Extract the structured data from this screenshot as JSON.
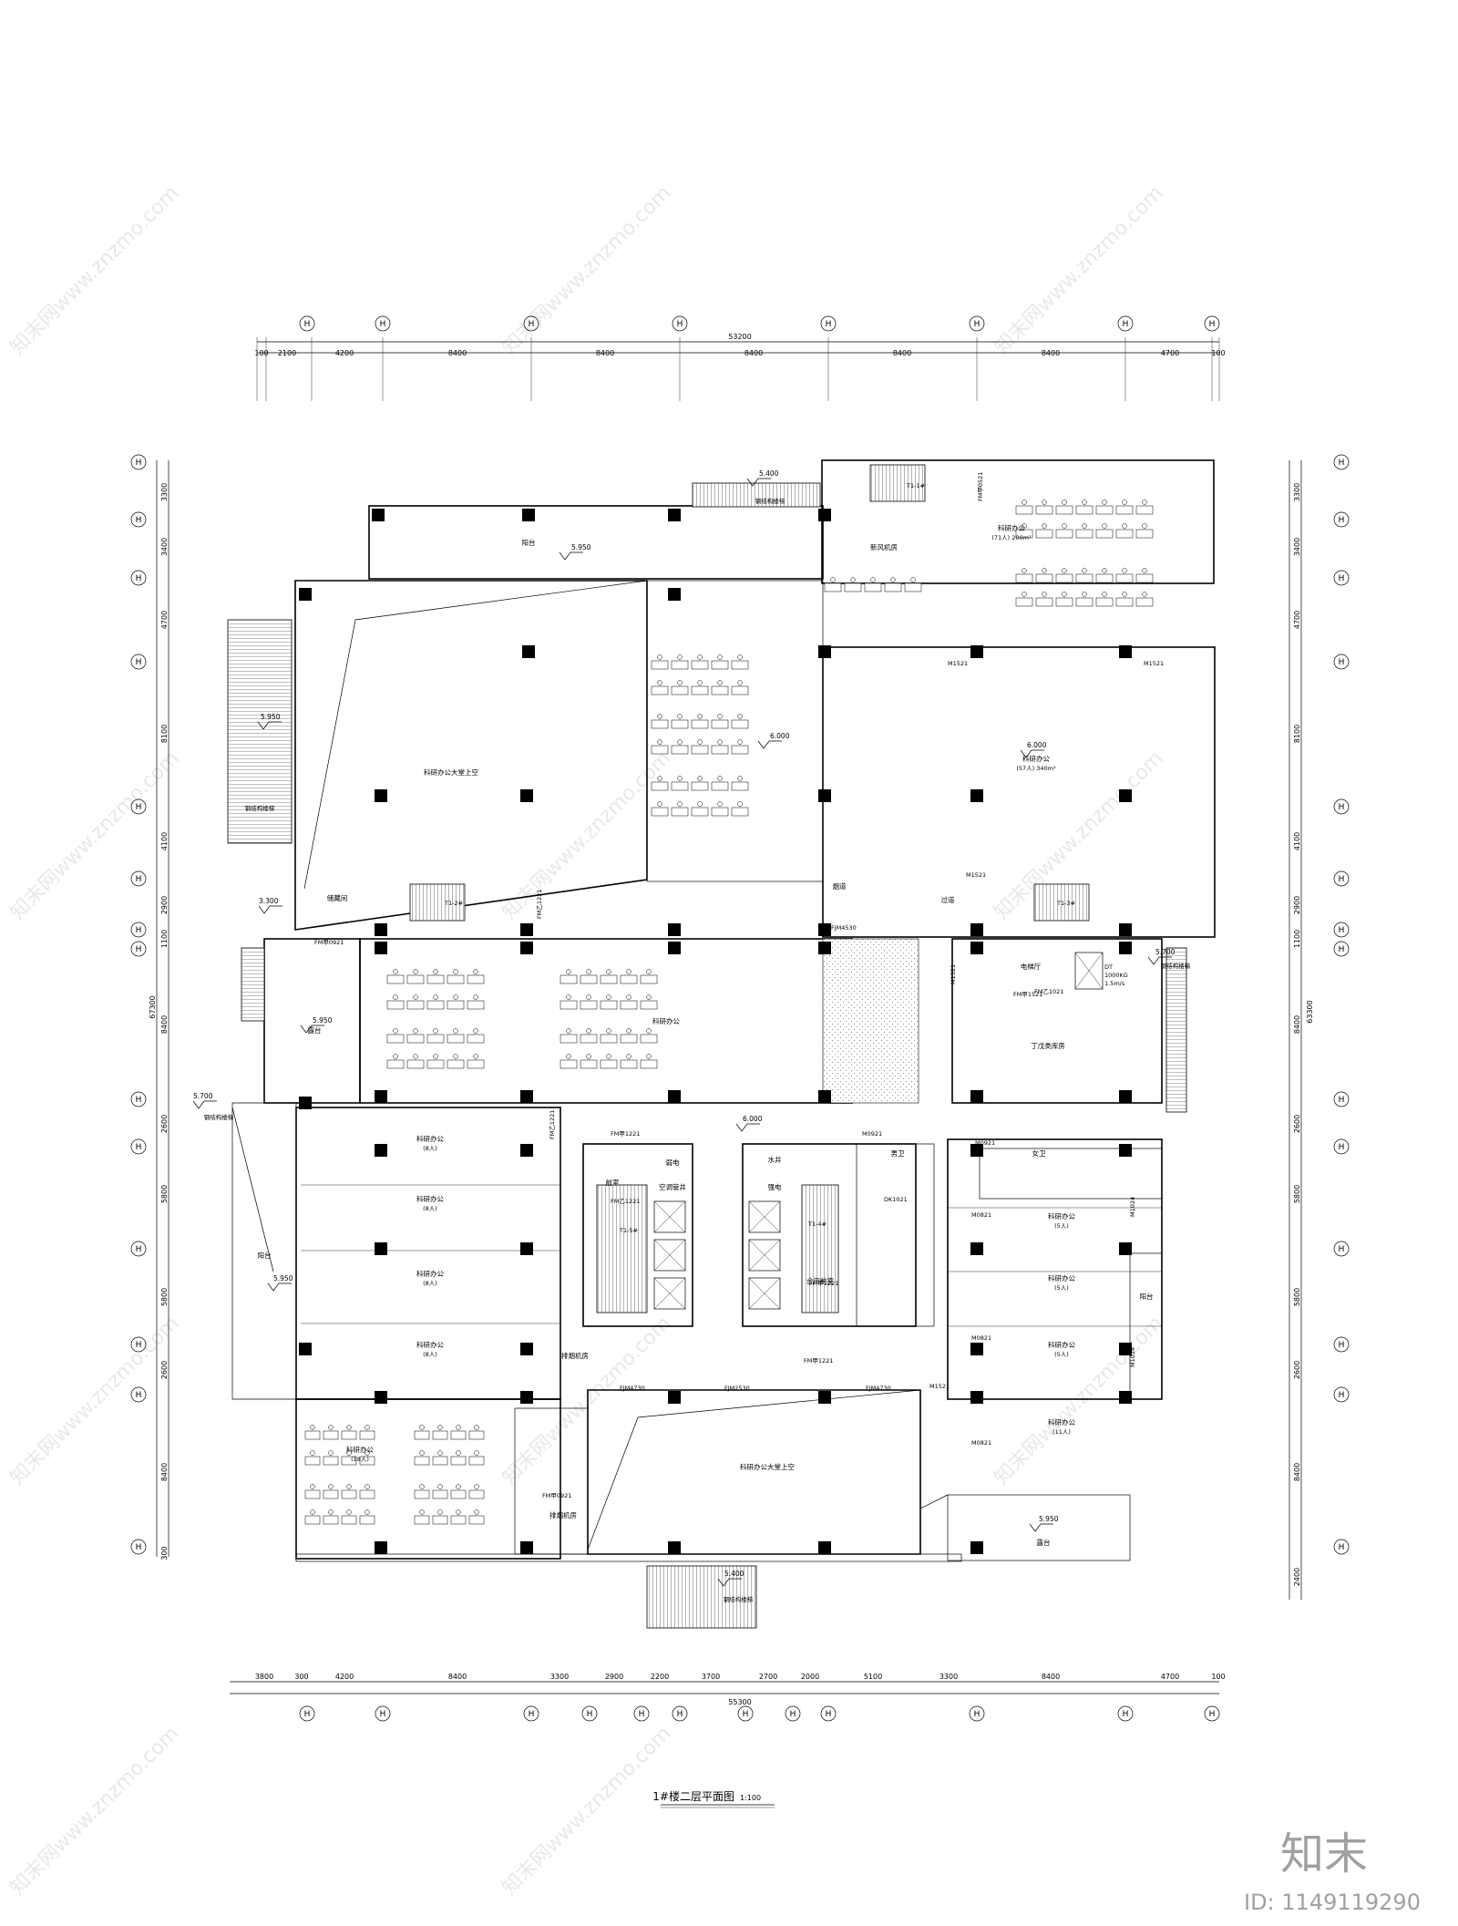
{
  "drawing": {
    "title": "1#楼二层平面图",
    "scale": "1:100"
  },
  "dimensions": {
    "top_overall": "53200",
    "top_segments": [
      "100",
      "2100",
      "4200",
      "8400",
      "8400",
      "8400",
      "8400",
      "8400",
      "4700",
      "100"
    ],
    "bottom_overall": "55300",
    "bottom_segments": [
      "3800",
      "300",
      "4200",
      "8400",
      "3300",
      "2900",
      "2200",
      "3700",
      "2700",
      "2000",
      "5100",
      "3300",
      "8400",
      "4700",
      "100"
    ],
    "left_segments": [
      "3300",
      "3400",
      "4700",
      "8100",
      "4100",
      "2900",
      "1100",
      "8400",
      "2600",
      "5800",
      "5800",
      "2600",
      "8400",
      "300"
    ],
    "right_overall": "63300",
    "right_segments": [
      "3300",
      "3400",
      "4700",
      "8100",
      "4100",
      "2900",
      "1100",
      "8400",
      "2600",
      "5800",
      "5800",
      "2600",
      "8400",
      "2400"
    ],
    "left_overall": "67300"
  },
  "rooms": {
    "atrium_top": "科研办公大堂上空",
    "atrium_bottom": "科研办公大堂上空",
    "balcony_top": "阳台",
    "office_ne": "科研办公",
    "office_ne_cap": "(71人) 200m²",
    "office_east": "科研办公",
    "office_east_cap": "(57人) 340m²",
    "office_center": "科研办公",
    "elevator_hall": "电梯厅",
    "dingwu_room": "丁戊类库房",
    "terrace_west": "露台",
    "terrace_sw": "阳台",
    "terrace_se": "露台",
    "terrace_east": "阳台",
    "fresh_air_room": "新风机房",
    "exhaust_room": "排烟机房",
    "exhaust_room2": "排烟机房",
    "storage": "储藏间",
    "smoke_room": "烟道",
    "corridor": "过道",
    "restroom_f": "女卫",
    "restroom_m": "男卫",
    "shaft_water": "水井",
    "shaft_elec": "强电",
    "shaft_weak": "弱电",
    "shaft_ac": "空调管井",
    "front_room": "前室",
    "combined_room": "合用前室",
    "office_w1": "科研办公",
    "office_w1_cap": "(8人)",
    "office_w2": "科研办公",
    "office_w2_cap": "(8人)",
    "office_w3": "科研办公",
    "office_w3_cap": "(8人)",
    "office_w4": "科研办公",
    "office_w4_cap": "(8人)",
    "office_sw": "科研办公",
    "office_sw_cap": "(18人)",
    "office_e1": "科研办公",
    "office_e1_cap": "(5人)",
    "office_e2": "科研办公",
    "office_e2_cap": "(5人)",
    "office_e3": "科研办公",
    "office_e3_cap": "(5人)",
    "office_e4": "科研办公",
    "office_e4_cap": "(11人)",
    "stair_label_1": "T1-2#",
    "stair_label_2": "T1-3#",
    "stair_label_3": "T1-1#",
    "stair_label_4": "T1-5#",
    "stair_label_5": "T1-4#",
    "steel_stair_1": "钢结构楼梯",
    "steel_stair_2": "钢结构楼梯",
    "steel_stair_3": "钢结构楼梯",
    "steel_stair_4": "钢结构楼梯",
    "steel_stair_5": "钢结构楼梯"
  },
  "elevations": {
    "e1": "5.950",
    "e2": "5.400",
    "e3": "6.000",
    "e4": "6.000",
    "e5": "5.950",
    "e6": "3.300",
    "e7": "5.700",
    "e8": "5.700",
    "e9": "5.950",
    "e10": "6.000",
    "e11": "5.950",
    "e12": "5.400",
    "e13": "5.950"
  },
  "door_tags": {
    "d1": "FM甲0521",
    "d2": "M1521",
    "d3": "M1521",
    "d4": "M1521",
    "d5": "FM乙1221",
    "d6": "FJM4530",
    "d7": "FM乙1021",
    "d8": "M1521",
    "d9": "FM甲0921",
    "d10": "FM甲1221",
    "d11": "FM乙1221",
    "d12": "FM甲1221",
    "d13": "M0921",
    "d14": "FM甲1221",
    "d15": "FJM4730",
    "d16": "FJM2530",
    "d17": "FJM4730",
    "d18": "M1521",
    "d19": "FM甲0921",
    "d20": "M0821",
    "d21": "M1024",
    "d22": "M0821",
    "d23": "M1024",
    "d24": "M0821",
    "d25": "DK1021",
    "d26": "M0921",
    "d27": "FM乙1221",
    "d28": "FM甲1521"
  },
  "elevator_tags": {
    "dt": "DT",
    "dt_load": "1000KG",
    "dt_speed": "1.5m/s"
  },
  "grid_bubbles_top": [
    "H",
    "H",
    "H",
    "H",
    "H",
    "H",
    "H",
    "H"
  ],
  "grid_bubbles_side": [
    "H",
    "H",
    "H",
    "H",
    "H",
    "H",
    "H",
    "H",
    "H",
    "H",
    "H",
    "H",
    "H",
    "H",
    "H"
  ],
  "watermark": {
    "text": "知末网www.znzmo.com",
    "brand": "知末",
    "id": "ID: 1149119290"
  },
  "colors": {
    "line": "#000000",
    "watermark": "#a0a0a0"
  }
}
